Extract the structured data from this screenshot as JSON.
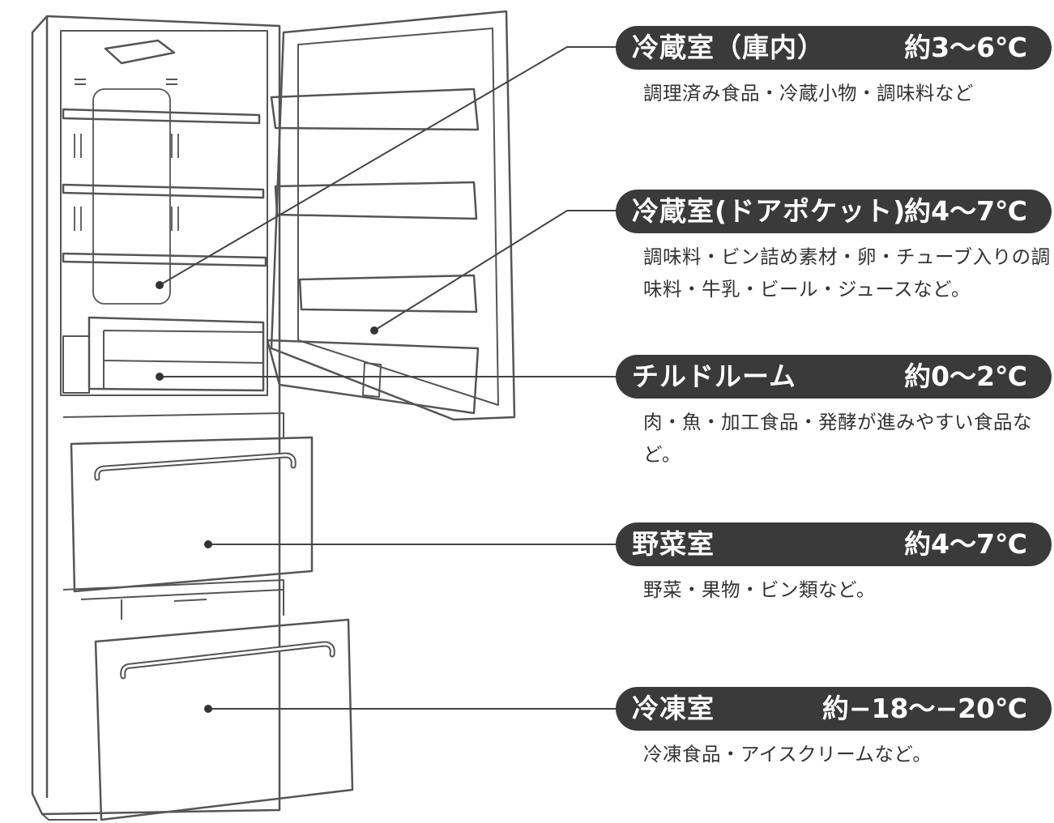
{
  "zones": [
    {
      "name": "冷蔵室（庫内）",
      "temp": "約3〜6℃",
      "desc": "調理済み食品・冷蔵小物・調味料など"
    },
    {
      "name": "冷蔵室(ドアポケット)",
      "temp": "約4〜7℃",
      "desc": "調味料・ビン詰め素材・卵・チューブ入りの調味料・牛乳・ビール・ジュースなど。"
    },
    {
      "name": "チルドルーム",
      "temp": "約0〜2℃",
      "desc": "肉・魚・加工食品・発酵が進みやすい食品など。"
    },
    {
      "name": "野菜室",
      "temp": "約4〜7℃",
      "desc": "野菜・果物・ビン類など。"
    },
    {
      "name": "冷凍室",
      "temp": "約−18〜−20℃",
      "desc": "冷凍食品・アイスクリームなど。"
    }
  ],
  "colors": {
    "pill": "#3a3a3a",
    "pill_text": "#ffffff",
    "line": "#444444",
    "outline": "#555555"
  }
}
